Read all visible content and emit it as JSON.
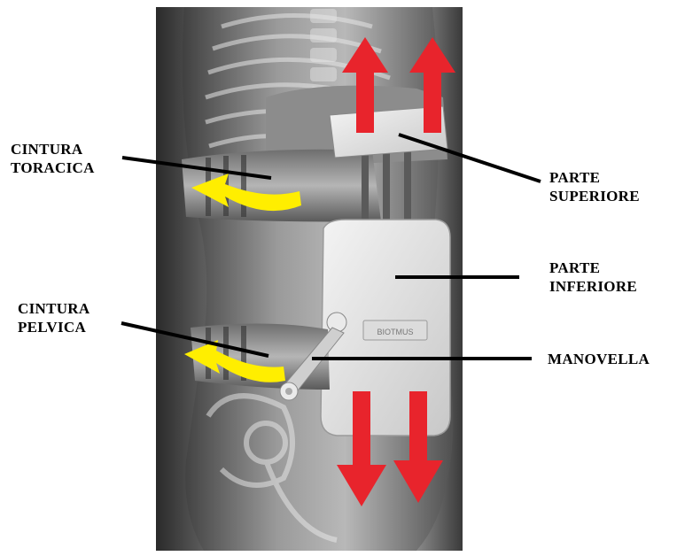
{
  "labels": {
    "cintura_toracica": [
      "CINTURA",
      "TORACICA"
    ],
    "cintura_pelvica": [
      "CINTURA",
      "PELVICA"
    ],
    "parte_superiore": [
      "PARTE",
      "SUPERIORE"
    ],
    "parte_inferiore": [
      "PARTE",
      "INFERIORE"
    ],
    "manovella": "MANOVELLA"
  },
  "device_brand": "BIOTMUS",
  "colors": {
    "arrow_red": "#e8242c",
    "arrow_yellow": "#ffee00",
    "pointer_line": "#000000"
  },
  "icons": {
    "upward_arrows": "arrow-up-icon",
    "downward_arrows": "arrow-down-icon",
    "rotation_arrows": "curved-arrow-left-icon"
  }
}
